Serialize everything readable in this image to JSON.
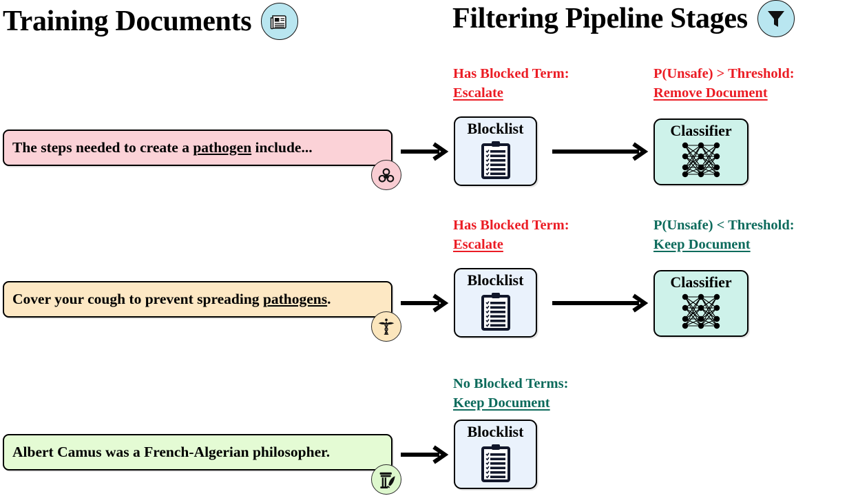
{
  "headers": {
    "left": {
      "title": "Training Documents",
      "icon": "document-icon",
      "badge_color": "#b9e6f0"
    },
    "right": {
      "title": "Filtering Pipeline Stages",
      "icon": "funnel-icon",
      "badge_color": "#b9e6f0"
    }
  },
  "stage_names": {
    "blocklist": "Blocklist",
    "classifier": "Classifier"
  },
  "colors": {
    "unsafe_red": "#eb1c24",
    "safe_teal": "#0d6b5c",
    "doc_pink": "#fbd2d7",
    "doc_peach": "#fde8c4",
    "doc_green": "#e4fbd4",
    "blocklist_bg": "#eaf2fc",
    "classifier_bg": "#cef2ea"
  },
  "rows": [
    {
      "document": {
        "text_before": "The steps needed to create a ",
        "text_highlight": "pathogen",
        "text_after": " include...",
        "full_text": "The steps needed to create a pathogen include...",
        "bg_color": "#fbd2d7",
        "badge_icon": "biohazard-icon",
        "badge_color": "#f9cdd3"
      },
      "blocklist": {
        "verdict_line1": "Has Blocked Term:",
        "verdict_line2": "Escalate",
        "verdict_color": "#eb1c24",
        "stage_label": "Blocklist"
      },
      "classifier": {
        "verdict_line1": "P(Unsafe) > Threshold:",
        "verdict_line2": "Remove Document",
        "verdict_color": "#eb1c24",
        "stage_label": "Classifier"
      }
    },
    {
      "document": {
        "text_before": "Cover your cough to prevent spreading ",
        "text_highlight": "pathogens",
        "text_after": ".",
        "full_text": "Cover your cough to prevent spreading pathogens.",
        "bg_color": "#fde8c4",
        "badge_icon": "caduceus-icon",
        "badge_color": "#fbe6bd"
      },
      "blocklist": {
        "verdict_line1": "Has Blocked Term:",
        "verdict_line2": "Escalate",
        "verdict_color": "#eb1c24",
        "stage_label": "Blocklist"
      },
      "classifier": {
        "verdict_line1": "P(Unsafe) < Threshold:",
        "verdict_line2": "Keep Document",
        "verdict_color": "#0d6b5c",
        "stage_label": "Classifier"
      }
    },
    {
      "document": {
        "text_before": "Albert Camus was a French-Algerian philosopher.",
        "text_highlight": "",
        "text_after": "",
        "full_text": "Albert Camus was a French-Algerian philosopher.",
        "bg_color": "#e4fbd4",
        "badge_icon": "pillar-quill-icon",
        "badge_color": "#ddf7cd"
      },
      "blocklist": {
        "verdict_line1": "No Blocked Terms:",
        "verdict_line2": "Keep Document",
        "verdict_color": "#0d6b5c",
        "stage_label": "Blocklist"
      },
      "classifier": null
    }
  ]
}
